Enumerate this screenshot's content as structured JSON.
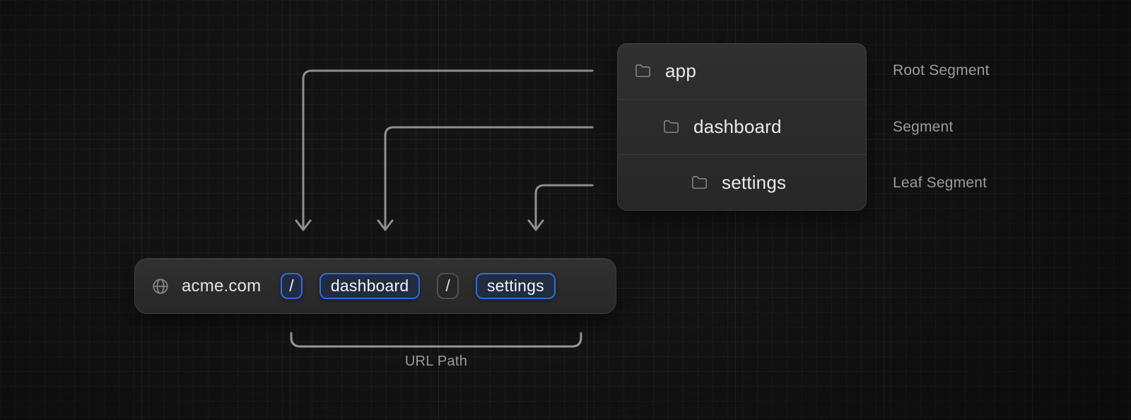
{
  "file_tree": {
    "items": [
      {
        "icon": "folder-icon",
        "label": "app",
        "annotation": "Root Segment"
      },
      {
        "icon": "folder-icon",
        "label": "dashboard",
        "annotation": "Segment"
      },
      {
        "icon": "folder-icon",
        "label": "settings",
        "annotation": "Leaf Segment"
      }
    ]
  },
  "url_bar": {
    "site_icon": "globe-icon",
    "domain": "acme.com",
    "segments": [
      {
        "label": "/",
        "style": "highlight-blue"
      },
      {
        "label": "dashboard",
        "style": "highlight-blue"
      },
      {
        "label": "/",
        "style": "muted-gray"
      },
      {
        "label": "settings",
        "style": "highlight-blue"
      }
    ]
  },
  "caption": {
    "url_path_label": "URL Path"
  },
  "colors": {
    "accent_blue": "#2f6de0",
    "chip_blue_bg": "#222c40",
    "muted_chip_border": "#51514b",
    "arrow_gray": "#8f8f8f",
    "panel_bg": "#2b2b2b",
    "annotation_text": "#9b9b9b",
    "tree_text": "#eaeaea",
    "background": "#131313"
  }
}
